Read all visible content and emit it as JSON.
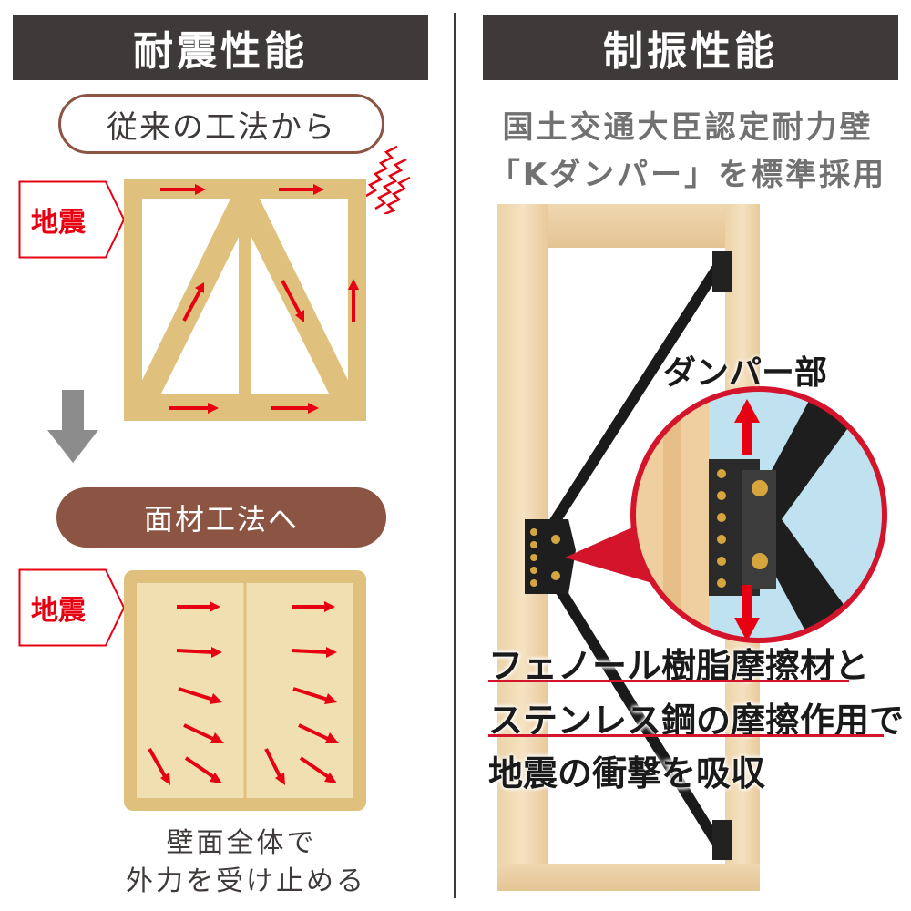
{
  "left": {
    "header": "耐震性能",
    "conventional_label": "従来の工法から",
    "quake_label_top": "地震",
    "to_panel_label": "面材工法へ",
    "quake_label_bottom": "地震",
    "caption_line1": "壁面全体で",
    "caption_line2": "外力を受け止める"
  },
  "right": {
    "header": "制振性能",
    "subtitle_line1": "国土交通大臣認定耐力壁",
    "subtitle_line2": "「Kダンパー」を標準採用",
    "damper_label": "ダンパー部",
    "feature_line1": "フェノール樹脂摩擦材と",
    "feature_line2": "ステンレス鋼の摩擦作用で",
    "feature_line3": "地震の衝撃を吸収"
  },
  "colors": {
    "header_bg": "#3e3a39",
    "brown": "#8b5443",
    "arrow_red": "#e60012",
    "wood": "#dfc07c",
    "panel": "#f0dfb0"
  },
  "icons": {
    "quake_waves": "zigzag-shake-icon",
    "down_arrow": "gray-down-arrow-icon"
  }
}
